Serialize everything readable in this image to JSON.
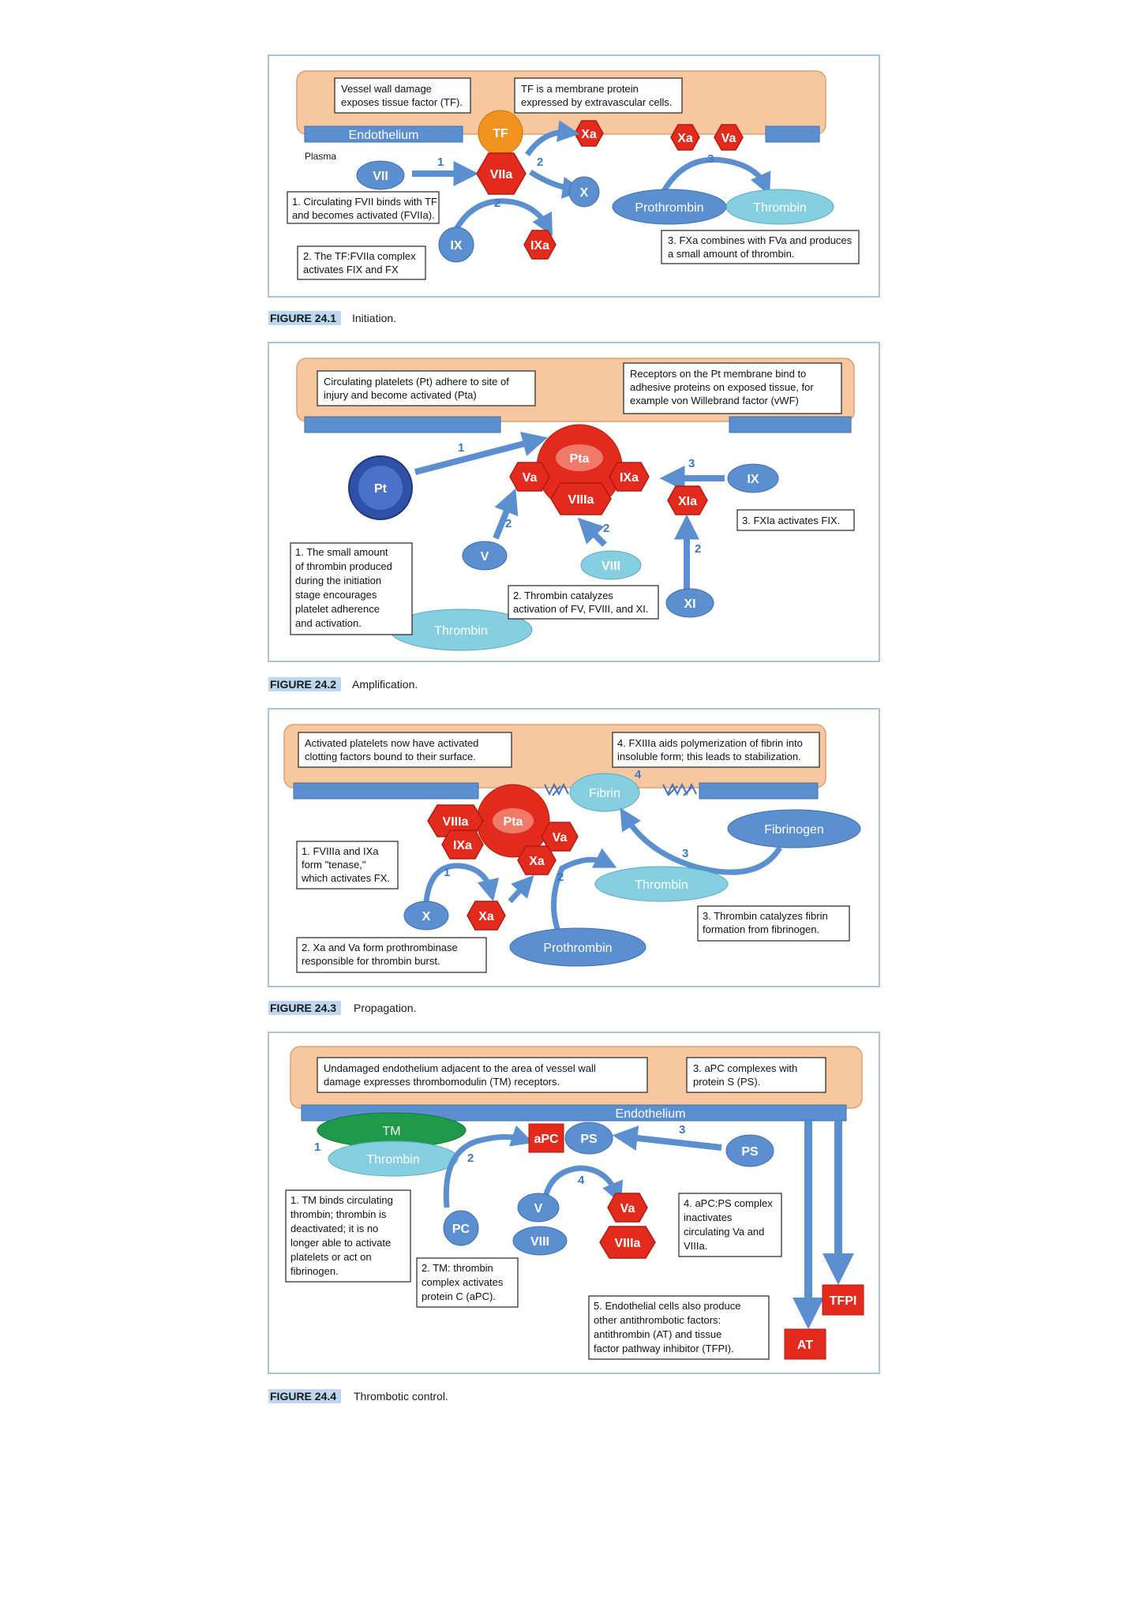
{
  "fig1": {
    "caption_label": "FIGURE 24.1",
    "caption_text": "Initiation.",
    "note_damage_1": "Vessel wall damage",
    "note_damage_2": "exposes tissue factor (TF).",
    "note_tf_1": "TF is a membrane protein",
    "note_tf_2": "expressed by extravascular cells.",
    "endothelium": "Endothelium",
    "plasma": "Plasma",
    "f_TF": "TF",
    "f_Xa": "Xa",
    "f_Xa2": "Xa",
    "f_Va": "Va",
    "f_VII": "VII",
    "f_VIIa": "VIIa",
    "f_X": "X",
    "f_IX": "IX",
    "f_IXa": "IXa",
    "prothrombin": "Prothrombin",
    "thrombin": "Thrombin",
    "n1": "1",
    "n2a": "2",
    "n2b": "2",
    "n3": "3",
    "note1_1": "1. Circulating FVII binds with TF",
    "note1_2": "and becomes activated (FVIIa).",
    "note2_1": "2. The TF:FVIIa complex",
    "note2_2": "activates FIX and FX",
    "note3_1": "3. FXa combines with FVa and produces",
    "note3_2": "a small amount of thrombin."
  },
  "fig2": {
    "caption_label": "FIGURE 24.2",
    "caption_text": "Amplification.",
    "note_pt_1": "Circulating platelets (Pt) adhere to site of",
    "note_pt_2": "injury and become activated (Pta)",
    "note_rec_1": "Receptors on the Pt membrane bind to",
    "note_rec_2": "adhesive proteins on exposed tissue, for",
    "note_rec_3": "example von Willebrand factor (vWF)",
    "f_Pt": "Pt",
    "f_Pta": "Pta",
    "f_Va": "Va",
    "f_IXa": "IXa",
    "f_VIIIa": "VIIIa",
    "f_XIa": "XIa",
    "f_IX": "IX",
    "f_V": "V",
    "f_VIII": "VIII",
    "f_XI": "XI",
    "thrombin": "Thrombin",
    "n1": "1",
    "n2a": "2",
    "n2b": "2",
    "n2c": "2",
    "n3": "3",
    "note1": [
      "1. The small amount",
      "of thrombin produced",
      "during the initiation",
      "stage encourages",
      "platelet adherence",
      "and activation."
    ],
    "note2_1": "2. Thrombin catalyzes",
    "note2_2": "activation of FV, FVIII, and XI.",
    "note3": "3. FXIa activates FIX."
  },
  "fig3": {
    "caption_label": "FIGURE 24.3",
    "caption_text": "Propagation.",
    "note_top_1": "Activated platelets now have activated",
    "note_top_2": "clotting factors bound to their surface.",
    "note4_1": "4. FXIIIa aids polymerization of fibrin into",
    "note4_2": "insoluble form; this leads to stabilization.",
    "f_Fibrin": "Fibrin",
    "f_Fibrinogen": "Fibrinogen",
    "f_VIIIa": "VIIIa",
    "f_Pta": "Pta",
    "f_Va": "Va",
    "f_IXa": "IXa",
    "f_Xa": "Xa",
    "f_Xa2": "Xa",
    "f_X": "X",
    "thrombin": "Thrombin",
    "prothrombin": "Prothrombin",
    "n1": "1",
    "n2": "2",
    "n3": "3",
    "n4": "4",
    "note1_1": "1. FVIIIa and IXa",
    "note1_2": "form \"tenase,\"",
    "note1_3": "which activates FX.",
    "note2_1": "2. Xa and Va form prothrombinase",
    "note2_2": "responsible for thrombin burst.",
    "note3_1": "3. Thrombin catalyzes fibrin",
    "note3_2": "formation from fibrinogen."
  },
  "fig4": {
    "caption_label": "FIGURE 24.4",
    "caption_text": "Thrombotic control.",
    "note_top_1": "Undamaged endothelium adjacent to the area of vessel wall",
    "note_top_2": "damage expresses thrombomodulin (TM) receptors.",
    "note3_1": "3. aPC complexes with",
    "note3_2": "protein S (PS).",
    "endothelium": "Endothelium",
    "f_TM": "TM",
    "thrombin": "Thrombin",
    "f_aPC": "aPC",
    "f_PS": "PS",
    "f_PS2": "PS",
    "f_PC": "PC",
    "f_V": "V",
    "f_VIII": "VIII",
    "f_Va": "Va",
    "f_VIIIa": "VIIIa",
    "f_TFPI": "TFPI",
    "f_AT": "AT",
    "n1": "1",
    "n2": "2",
    "n3": "3",
    "n4": "4",
    "note1": [
      "1. TM binds circulating",
      "thrombin; thrombin is",
      "deactivated; it is no",
      "longer able to activate",
      "platelets or act on",
      "fibrinogen."
    ],
    "note2": [
      "2. TM: thrombin",
      "complex activates",
      "protein C (aPC)."
    ],
    "note4": [
      "4. aPC:PS complex",
      "inactivates",
      "circulating Va and",
      "VIIIa."
    ],
    "note5": [
      "5. Endothelial cells also produce",
      "other antithrombotic factors:",
      "antithrombin (AT) and tissue",
      "factor pathway inhibitor (TFPI)."
    ]
  },
  "colors": {
    "red": "#e32b1d",
    "blue": "#5b8fd0",
    "light": "#86cfe0",
    "peach": "#f7c7a0",
    "green": "#1e9a4a"
  }
}
